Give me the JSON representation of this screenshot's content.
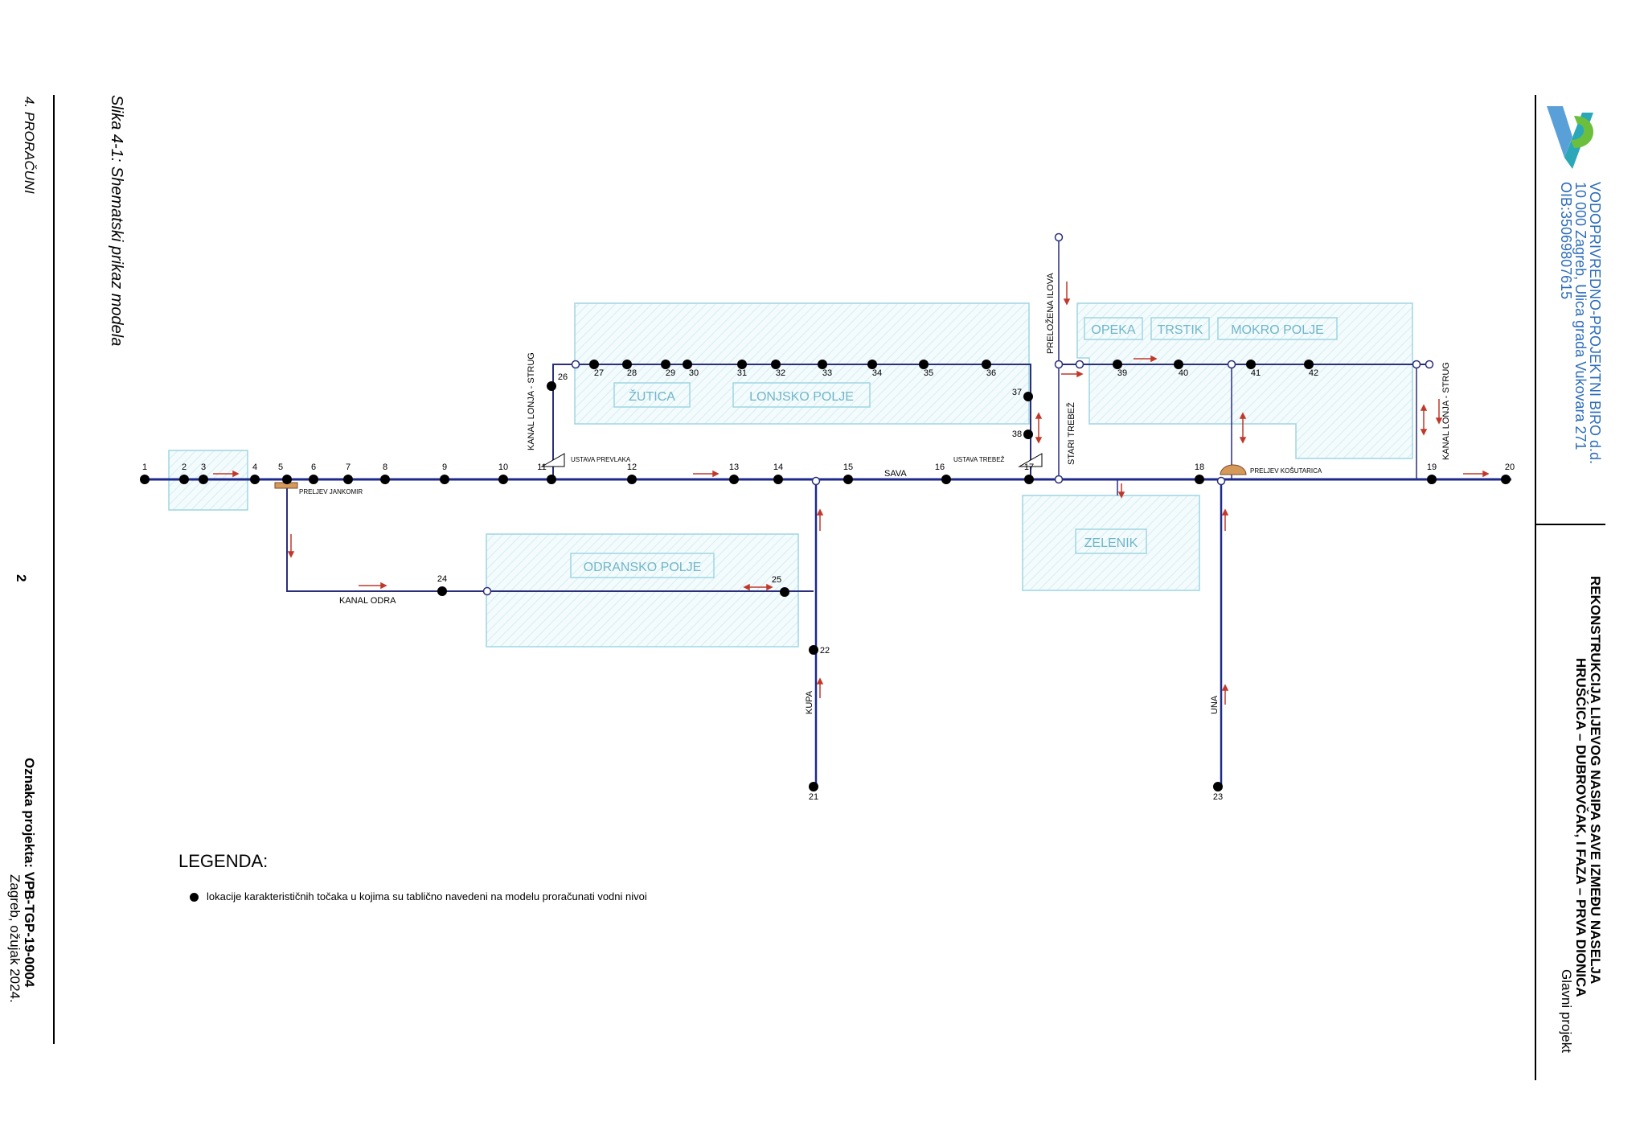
{
  "figure_caption": "Slika 4-1:  Shematski prikaz modela",
  "footer": {
    "section": "4. PRORAČUNI",
    "page_number": "2",
    "project_code": "Oznaka projekta: VPB-TGP-19-0004",
    "place_date": "Zagreb, ožujak 2024."
  },
  "company": {
    "name": "VODOPRIVREDNO-PROJEKTNI BIRO d.d.",
    "address": "10 000 Zagreb, Ulica grada Vukovara 271",
    "oib": "OIB:35069807615",
    "brand_colors": [
      "#5aa0d8",
      "#6cbf3c",
      "#2aa8b8"
    ]
  },
  "project": {
    "title_line1": "REKONSTRUKCIJA LIJEVOG NASIPA SAVE IZMEĐU NASELJA",
    "title_line2": "HRUŠĆICA – DUBROVČAK, I FAZA – PRVA DIONICA",
    "subtitle": "Glavni projekt"
  },
  "diagram": {
    "colors": {
      "river": "#1d2a8c",
      "channel": "#2b2f7a",
      "area": "#9fd6e2",
      "arrow": "#c0392b",
      "node": "#000000"
    },
    "nodes": [
      "1",
      "2",
      "3",
      "4",
      "5",
      "6",
      "7",
      "8",
      "9",
      "10",
      "11",
      "12",
      "13",
      "14",
      "15",
      "16",
      "17",
      "18",
      "19",
      "20",
      "21",
      "22",
      "23",
      "24",
      "25",
      "26",
      "27",
      "28",
      "29",
      "30",
      "31",
      "32",
      "33",
      "34",
      "35",
      "36",
      "37",
      "38",
      "39",
      "40",
      "41",
      "42"
    ],
    "areas": [
      "ŽUTICA",
      "LONJSKO POLJE",
      "OPEKA",
      "TRSTIK",
      "MOKRO POLJE",
      "ZELENIK",
      "ODRANSKO POLJE"
    ],
    "rivers": {
      "sava": "SAVA",
      "kanal_odra": "KANAL ODRA",
      "kupa": "KUPA",
      "una": "UNA",
      "kanal_lonja_strug_left": "KANAL LONJA - STRUG",
      "kanal_lonja_strug_right": "KANAL LONJA - STRUG",
      "prelozena_ilova": "PRELOŽENA ILOVA",
      "stari_trebez": "STARI TREBEŽ"
    },
    "structures": {
      "ustava_prevlaka": "USTAVA PREVLAKA",
      "ustava_trebez": "USTAVA TREBEŽ",
      "prelijev_jankomir": "PRELJEV JANKOMIR",
      "prelijev_kosutarica": "PRELJEV KOŠUTARICA"
    }
  },
  "legend": {
    "title": "LEGENDA:",
    "item": "lokacije karakterističnih točaka u kojima su tablično navedeni na modelu proračunati vodni nivoi"
  }
}
